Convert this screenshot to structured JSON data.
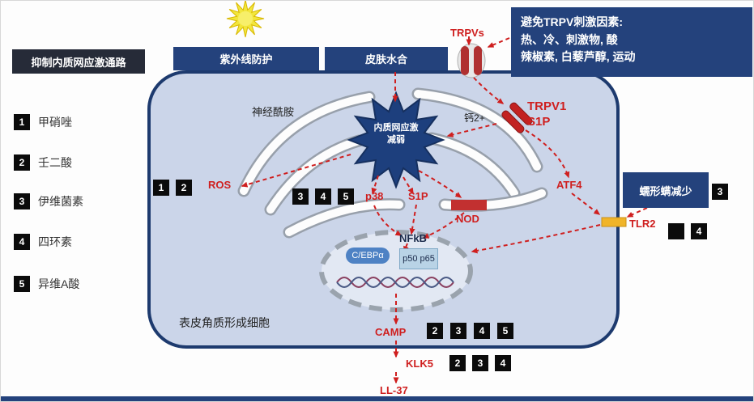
{
  "colors": {
    "box_blue": "#24427c",
    "cell_fill": "#cbd5e9",
    "cell_border": "#1d3a6e",
    "pathway_red": "#cf1f1f",
    "chip_black": "#0b0b0b",
    "tlr2_orange": "#f0b429"
  },
  "left_panel": {
    "title": "抑制内质网应激通路",
    "items": [
      {
        "num": "1",
        "label": "甲硝唑"
      },
      {
        "num": "2",
        "label": "壬二酸"
      },
      {
        "num": "3",
        "label": "伊维菌素"
      },
      {
        "num": "4",
        "label": "四环素"
      },
      {
        "num": "5",
        "label": "异维A酸"
      }
    ]
  },
  "top": {
    "uv": "紫外线防护",
    "hydration": "皮肤水合",
    "trpvs": "TRPVs",
    "avoid": {
      "line1": "避免TRPV刺激因素:",
      "line2": "热、冷、刺激物, 酸",
      "line3": "辣椒素, 白藜芦醇, 运动"
    }
  },
  "cell": {
    "ceramide": "神经酰胺",
    "stress_line1": "内质网应激",
    "stress_line2": "减弱",
    "calcium": "钙2+",
    "trpv1": "TRPV1",
    "trpv1_s1p": "S1P",
    "ros": "ROS",
    "p38": "p38",
    "s1p": "S1P",
    "nod": "NOD",
    "atf4": "ATF4",
    "nfkb": "NFkB",
    "cebpa": "C/EBPα",
    "p50p65": "p50 p65",
    "cell_type": "表皮角质形成细胞",
    "camp": "CAMP",
    "tlr2": "TLR2",
    "mites": "蠕形螨减少"
  },
  "bottom": {
    "klk5": "KLK5",
    "ll37": "LL-37"
  },
  "chips": {
    "ros": [
      "1",
      "2"
    ],
    "p38": [
      "3",
      "4",
      "5"
    ],
    "camp": [
      "2",
      "3",
      "4",
      "5"
    ],
    "klk5": [
      "2",
      "3",
      "4"
    ],
    "mites": [
      "3"
    ],
    "tlr2": [
      "",
      "4"
    ]
  }
}
